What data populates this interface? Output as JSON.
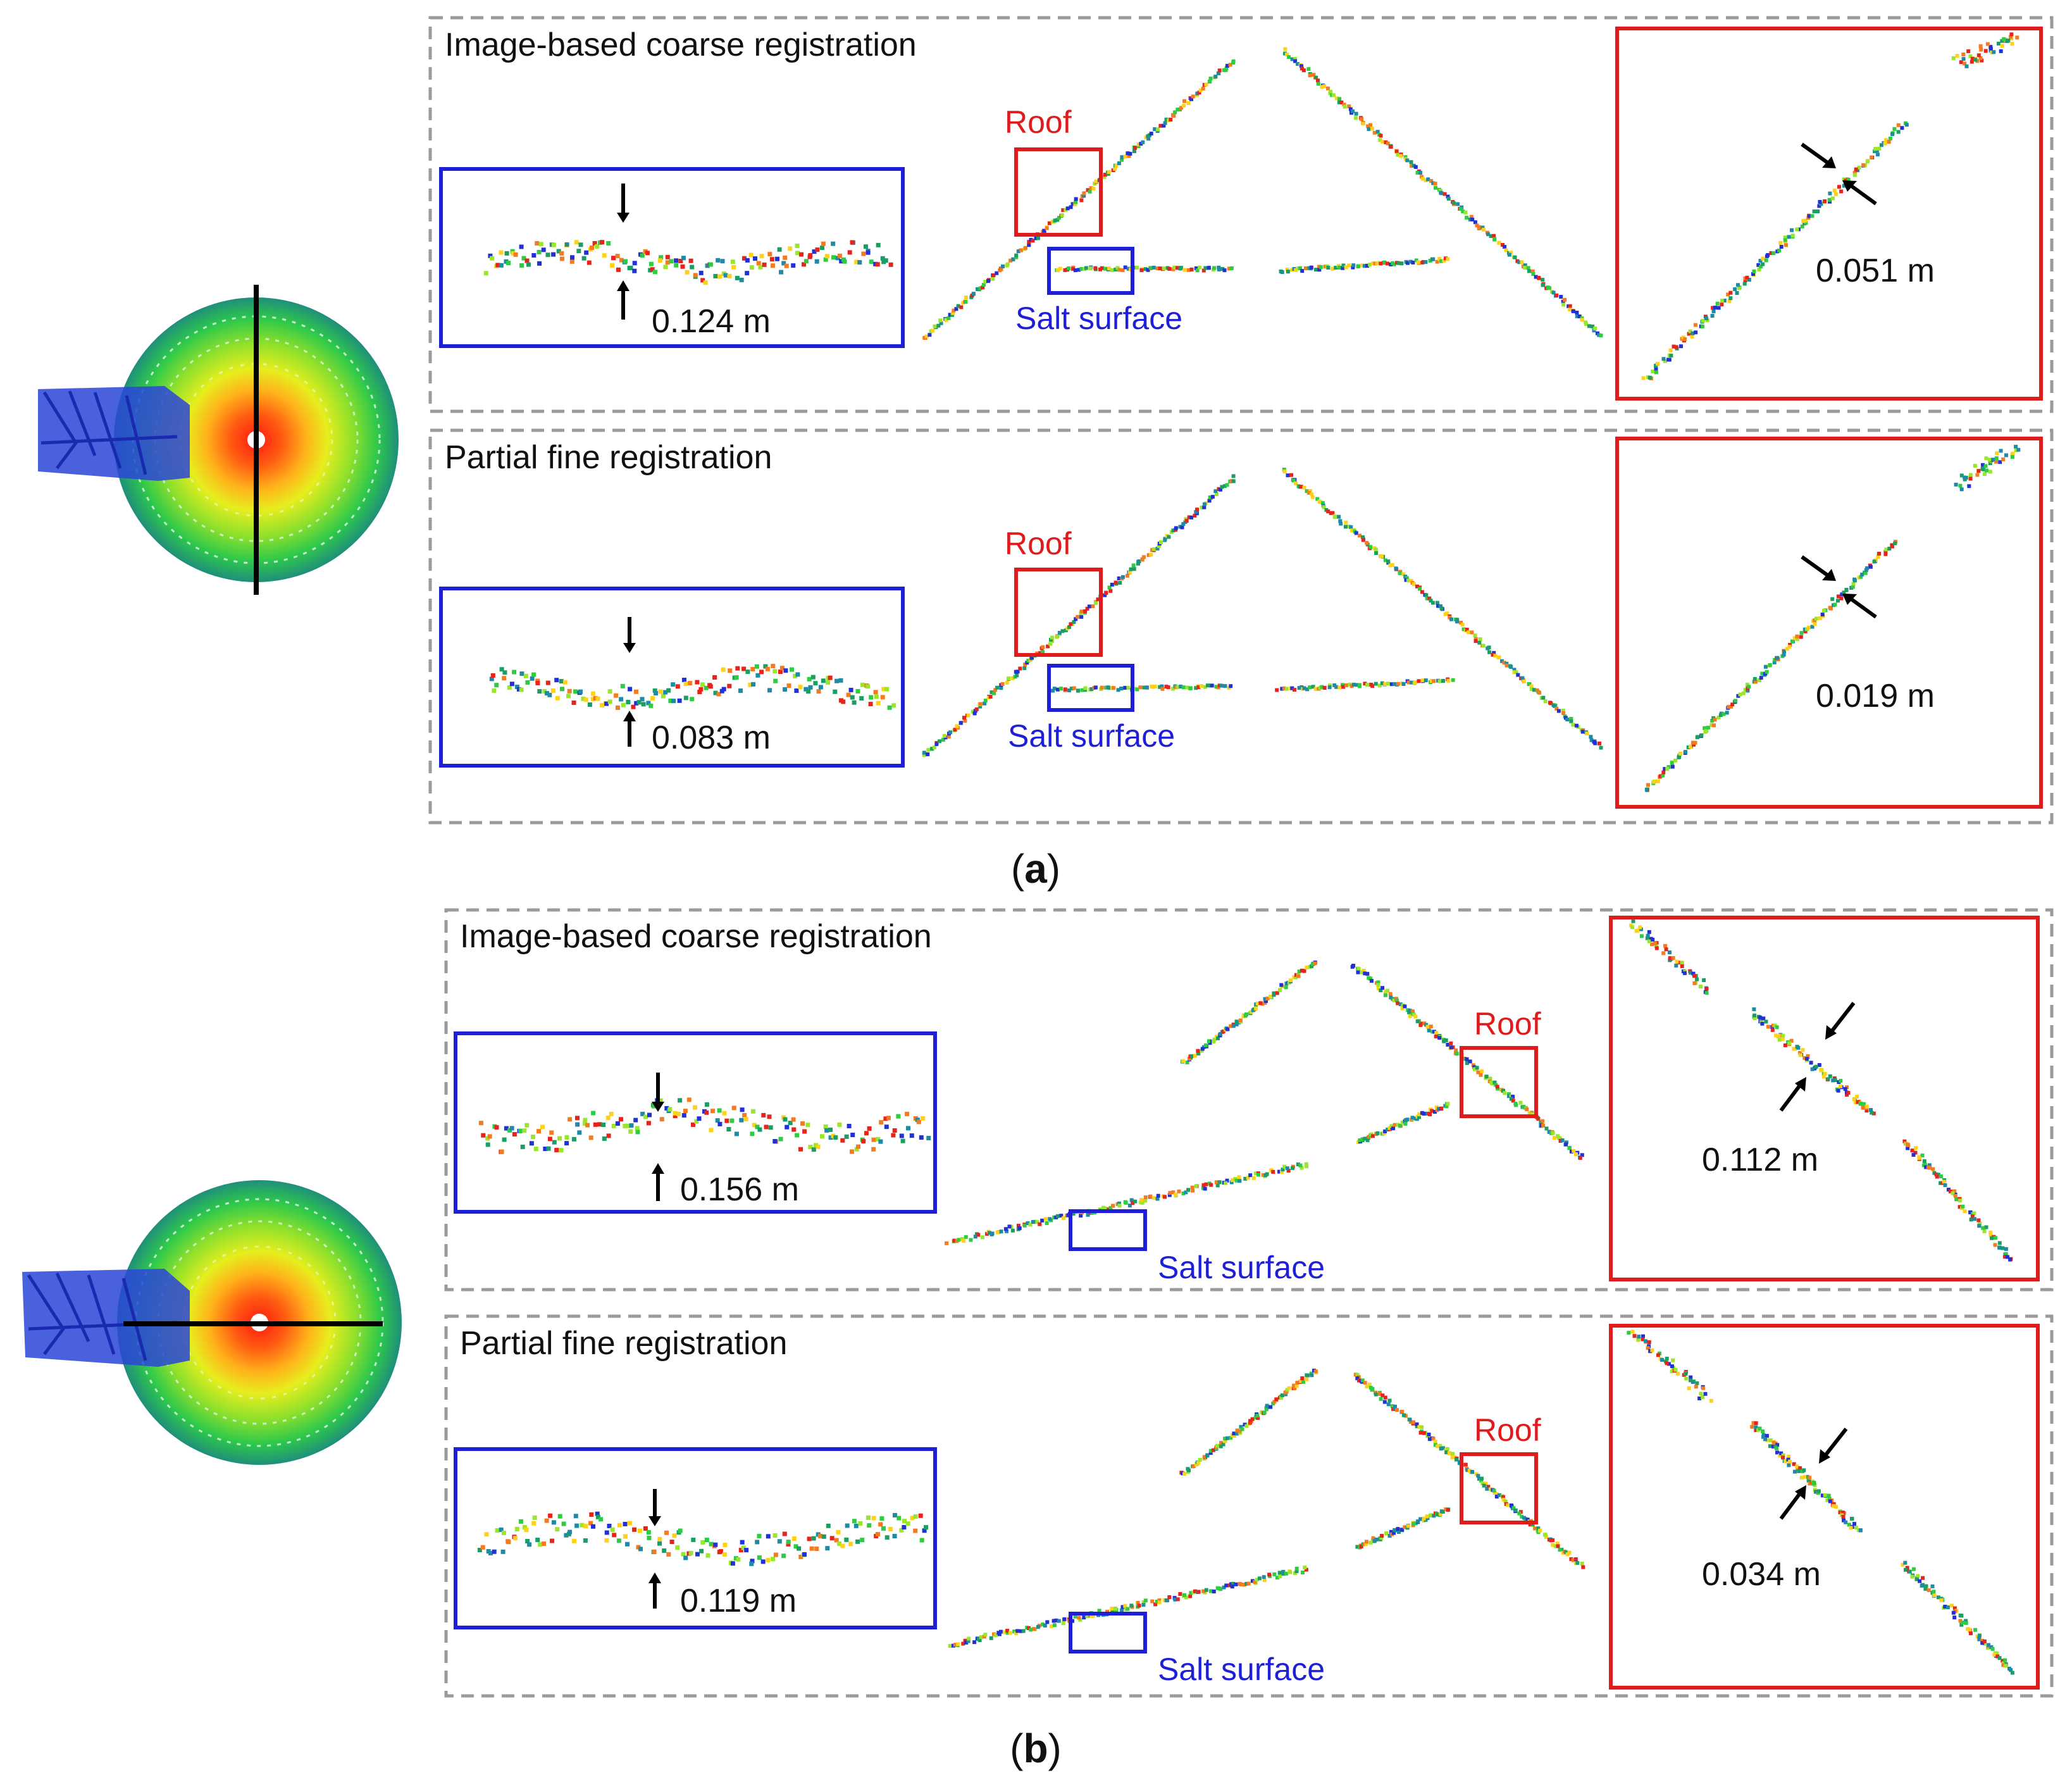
{
  "colors": {
    "blue_box": "#1f1fd8",
    "red_box": "#e01b1b",
    "dashed_frame": "#9a9a9a",
    "arrow": "#000000",
    "point_palette": [
      "#e8231b",
      "#f47b20",
      "#ffd21a",
      "#9ae62a",
      "#2ecc40",
      "#1a9e63",
      "#1e8aa6",
      "#2231d6"
    ]
  },
  "panels": [
    {
      "caption_letter": "a",
      "top_band": {
        "title": "Image-based coarse registration",
        "roof_label": "Roof",
        "salt_label": "Salt surface",
        "salt_offset": "0.124 m",
        "roof_offset": "0.051 m"
      },
      "bottom_band": {
        "title": "Partial fine registration",
        "roof_label": "Roof",
        "salt_label": "Salt surface",
        "salt_offset": "0.083 m",
        "roof_offset": "0.019 m"
      }
    },
    {
      "caption_letter": "b",
      "top_band": {
        "title": "Image-based coarse registration",
        "roof_label": "Roof",
        "salt_label": "Salt surface",
        "salt_offset": "0.156 m",
        "roof_offset": "0.112 m"
      },
      "bottom_band": {
        "title": "Partial fine registration",
        "roof_label": "Roof",
        "salt_label": "Salt surface",
        "salt_offset": "0.119 m",
        "roof_offset": "0.034 m"
      }
    }
  ]
}
